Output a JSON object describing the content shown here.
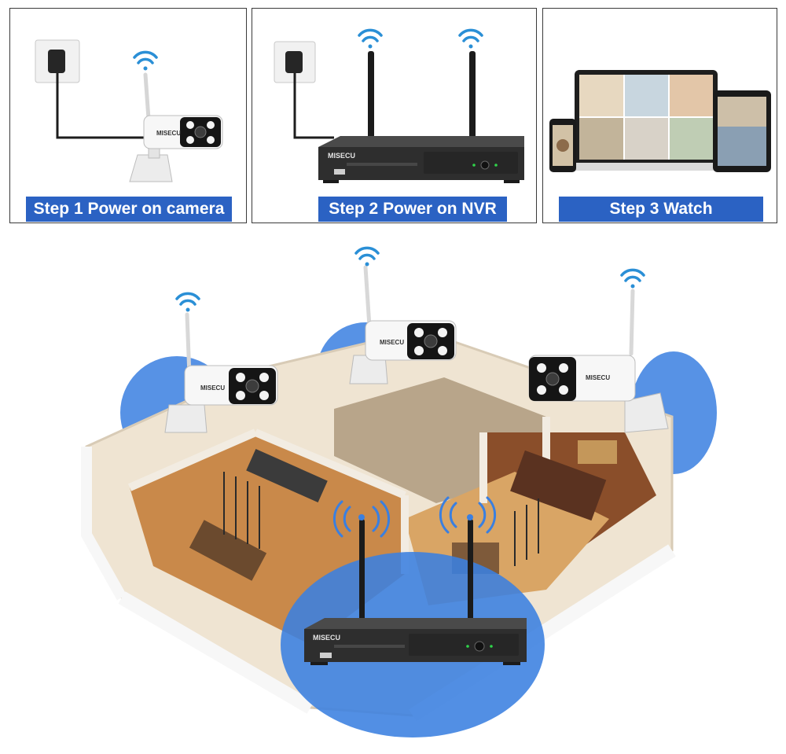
{
  "steps": [
    {
      "label": "Step 1 Power on camera"
    },
    {
      "label": "Step 2 Power on NVR"
    },
    {
      "label": "Step 3 Watch"
    }
  ],
  "brand": "MISECU",
  "icons": {
    "wifi": "wifi-icon",
    "outlet": "power-outlet-icon",
    "camera": "bullet-camera-icon",
    "nvr": "nvr-recorder-icon",
    "devices": "monitor-tablet-phone-icon"
  },
  "colors": {
    "step_bg": "#2b62c3",
    "step_text": "#ffffff",
    "wifi": "#2a8fd6",
    "coverage": "#3a7fe0",
    "nvr_body": "#2e2e2e",
    "floor": "#c9894a"
  }
}
